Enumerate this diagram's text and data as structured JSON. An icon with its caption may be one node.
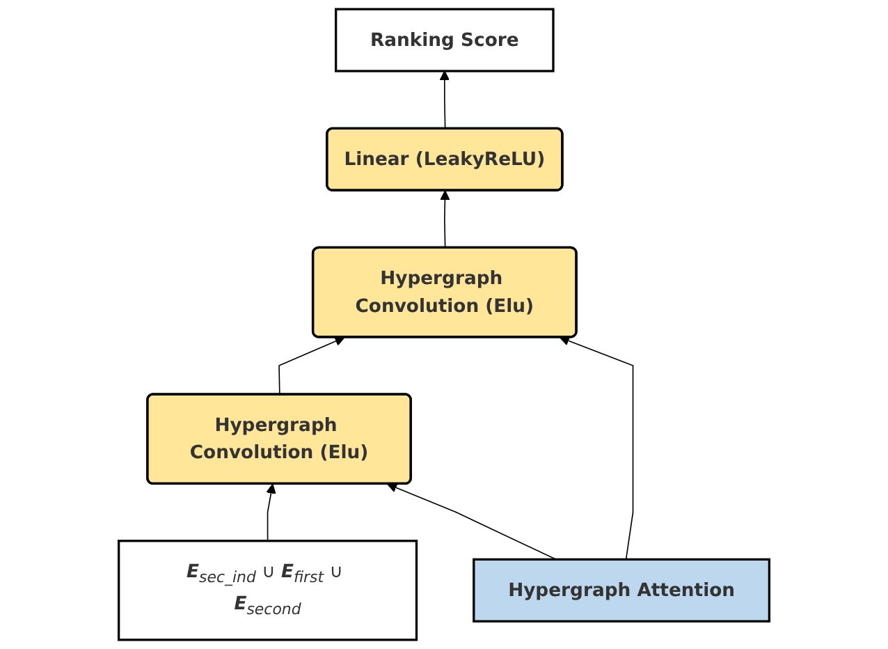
{
  "diagram": {
    "nodes": [
      {
        "text": [
          "Ranking Score"
        ]
      },
      {
        "text": [
          "Linear (LeakyReLU)"
        ]
      },
      {
        "text": [
          "Hypergraph Convolution (Elu)"
        ]
      },
      {
        "text": [
          "Hypergraph Convolution (Elu)"
        ]
      },
      {
        "text": [
          "Hypergraph Attention"
        ]
      },
      {
        "text": [
          "*E*$_{sec_ind}$ ∪ *E*$_{first}$ ∪ *E*$_{second}$"
        ]
      }
    ],
    "edges": [
      {
        "from": 5,
        "to": 3,
        "arrow": "to"
      },
      {
        "from": 3,
        "to": 2,
        "arrow": "to"
      },
      {
        "from": 2,
        "to": 1,
        "arrow": "to"
      },
      {
        "from": 1,
        "to": 0,
        "arrow": "to"
      },
      {
        "from": 4,
        "to": 2,
        "arrow": "to"
      },
      {
        "from": 4,
        "to": 3,
        "arrow": "to"
      }
    ]
  }
}
